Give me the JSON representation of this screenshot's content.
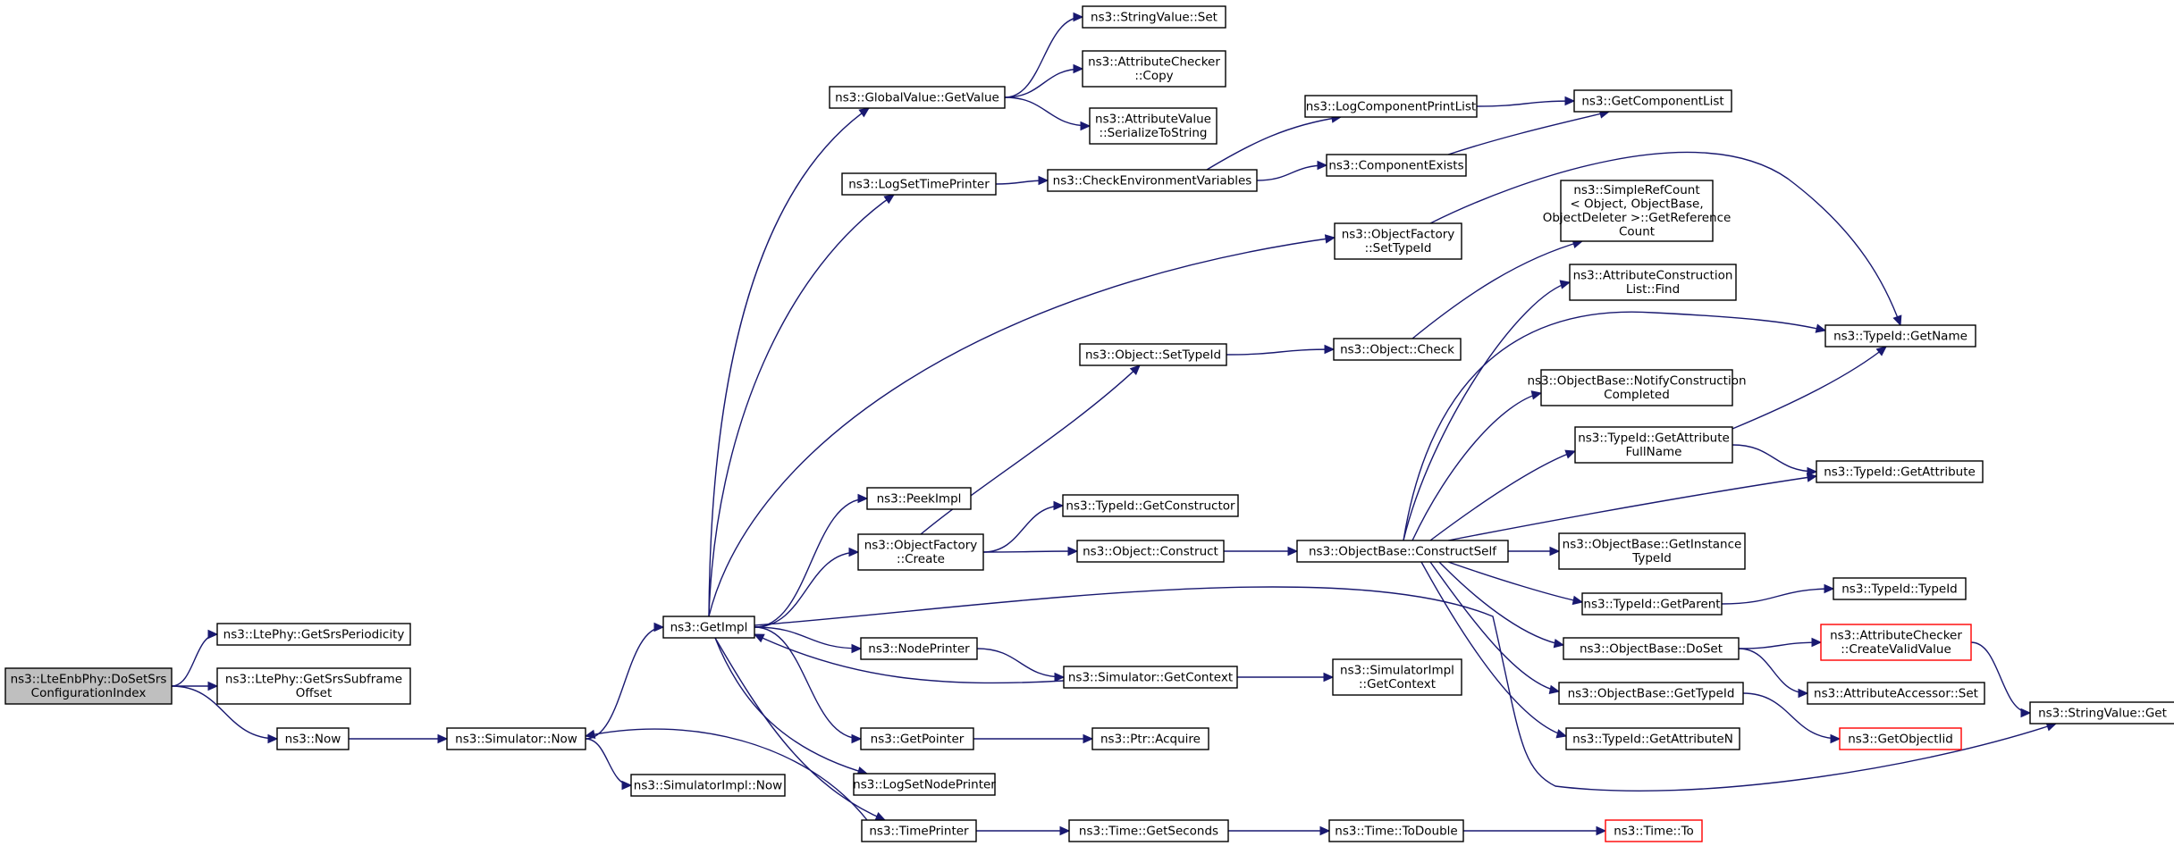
{
  "nodes": [
    {
      "id": "root",
      "lines": [
        "ns3::LteEnbPhy::DoSetSrs",
        "ConfigurationIndex"
      ],
      "style": "root"
    },
    {
      "id": "getSrsPeriodicity",
      "lines": [
        "ns3::LtePhy::GetSrsPeriodicity"
      ]
    },
    {
      "id": "getSrsSubframeOffset",
      "lines": [
        "ns3::LtePhy::GetSrsSubframe",
        "Offset"
      ]
    },
    {
      "id": "now",
      "lines": [
        "ns3::Now"
      ]
    },
    {
      "id": "simNow",
      "lines": [
        "ns3::Simulator::Now"
      ]
    },
    {
      "id": "simImplNow",
      "lines": [
        "ns3::SimulatorImpl::Now"
      ]
    },
    {
      "id": "getImpl",
      "lines": [
        "ns3::GetImpl"
      ]
    },
    {
      "id": "globalValueGetValue",
      "lines": [
        "ns3::GlobalValue::GetValue"
      ]
    },
    {
      "id": "stringValueSet",
      "lines": [
        "ns3::StringValue::Set"
      ]
    },
    {
      "id": "attrCheckerCopy",
      "lines": [
        "ns3::AttributeChecker",
        "::Copy"
      ]
    },
    {
      "id": "attrValueSerialize",
      "lines": [
        "ns3::AttributeValue",
        "::SerializeToString"
      ]
    },
    {
      "id": "logSetTimePrinter",
      "lines": [
        "ns3::LogSetTimePrinter"
      ]
    },
    {
      "id": "checkEnvVars",
      "lines": [
        "ns3::CheckEnvironmentVariables"
      ]
    },
    {
      "id": "logComponentPrintList",
      "lines": [
        "ns3::LogComponentPrintList"
      ]
    },
    {
      "id": "getComponentList",
      "lines": [
        "ns3::GetComponentList"
      ]
    },
    {
      "id": "componentExists",
      "lines": [
        "ns3::ComponentExists"
      ]
    },
    {
      "id": "objFactorySetTypeId",
      "lines": [
        "ns3::ObjectFactory",
        "::SetTypeId"
      ]
    },
    {
      "id": "simpleRefCount",
      "lines": [
        "ns3::SimpleRefCount",
        "< Object, ObjectBase,",
        " ObjectDeleter >::GetReference",
        "Count"
      ]
    },
    {
      "id": "attrConstructionFind",
      "lines": [
        "ns3::AttributeConstruction",
        "List::Find"
      ]
    },
    {
      "id": "objectSetTypeId",
      "lines": [
        "ns3::Object::SetTypeId"
      ]
    },
    {
      "id": "objectCheck",
      "lines": [
        "ns3::Object::Check"
      ]
    },
    {
      "id": "typeIdGetName",
      "lines": [
        "ns3::TypeId::GetName"
      ]
    },
    {
      "id": "notifyConstruction",
      "lines": [
        "ns3::ObjectBase::NotifyConstruction",
        "Completed"
      ]
    },
    {
      "id": "typeIdGetAttrFullName",
      "lines": [
        "ns3::TypeId::GetAttribute",
        "FullName"
      ]
    },
    {
      "id": "typeIdGetAttribute",
      "lines": [
        "ns3::TypeId::GetAttribute"
      ]
    },
    {
      "id": "peekImpl",
      "lines": [
        "ns3::PeekImpl"
      ]
    },
    {
      "id": "objFactoryCreate",
      "lines": [
        "ns3::ObjectFactory",
        "::Create"
      ]
    },
    {
      "id": "typeIdGetConstructor",
      "lines": [
        "ns3::TypeId::GetConstructor"
      ]
    },
    {
      "id": "objectConstruct",
      "lines": [
        "ns3::Object::Construct"
      ]
    },
    {
      "id": "constructSelf",
      "lines": [
        "ns3::ObjectBase::ConstructSelf"
      ]
    },
    {
      "id": "getInstanceTypeId",
      "lines": [
        "ns3::ObjectBase::GetInstance",
        "TypeId"
      ]
    },
    {
      "id": "typeIdGetParent",
      "lines": [
        "ns3::TypeId::GetParent"
      ]
    },
    {
      "id": "typeIdTypeId",
      "lines": [
        "ns3::TypeId::TypeId"
      ]
    },
    {
      "id": "nodePrinter",
      "lines": [
        "ns3::NodePrinter"
      ]
    },
    {
      "id": "simGetContext",
      "lines": [
        "ns3::Simulator::GetContext"
      ]
    },
    {
      "id": "simImplGetContext",
      "lines": [
        "ns3::SimulatorImpl",
        "::GetContext"
      ]
    },
    {
      "id": "objectBaseDoSet",
      "lines": [
        "ns3::ObjectBase::DoSet"
      ]
    },
    {
      "id": "createValidValue",
      "lines": [
        "ns3::AttributeChecker",
        "::CreateValidValue"
      ],
      "style": "red"
    },
    {
      "id": "attrAccessorSet",
      "lines": [
        "ns3::AttributeAccessor::Set"
      ]
    },
    {
      "id": "stringValueGet",
      "lines": [
        "ns3::StringValue::Get"
      ]
    },
    {
      "id": "objectBaseGetTypeId",
      "lines": [
        "ns3::ObjectBase::GetTypeId"
      ]
    },
    {
      "id": "getObjectIid",
      "lines": [
        "ns3::GetObjectIid"
      ],
      "style": "red"
    },
    {
      "id": "getPointer",
      "lines": [
        "ns3::GetPointer"
      ]
    },
    {
      "id": "ptrAcquire",
      "lines": [
        "ns3::Ptr::Acquire"
      ]
    },
    {
      "id": "typeIdGetAttributeN",
      "lines": [
        "ns3::TypeId::GetAttributeN"
      ]
    },
    {
      "id": "logSetNodePrinter",
      "lines": [
        "ns3::LogSetNodePrinter"
      ]
    },
    {
      "id": "timePrinter",
      "lines": [
        "ns3::TimePrinter"
      ]
    },
    {
      "id": "timeGetSeconds",
      "lines": [
        "ns3::Time::GetSeconds"
      ]
    },
    {
      "id": "timeToDouble",
      "lines": [
        "ns3::Time::ToDouble"
      ]
    },
    {
      "id": "timeTo",
      "lines": [
        "ns3::Time::To"
      ],
      "style": "red"
    }
  ],
  "edges": [
    [
      "root",
      "getSrsPeriodicity"
    ],
    [
      "root",
      "getSrsSubframeOffset"
    ],
    [
      "root",
      "now"
    ],
    [
      "now",
      "simNow"
    ],
    [
      "simNow",
      "getImpl"
    ],
    [
      "simNow",
      "simImplNow"
    ],
    [
      "getImpl",
      "globalValueGetValue"
    ],
    [
      "getImpl",
      "logSetTimePrinter"
    ],
    [
      "getImpl",
      "objFactorySetTypeId"
    ],
    [
      "getImpl",
      "peekImpl"
    ],
    [
      "getImpl",
      "objFactoryCreate"
    ],
    [
      "getImpl",
      "nodePrinter"
    ],
    [
      "getImpl",
      "getPointer"
    ],
    [
      "getImpl",
      "logSetNodePrinter"
    ],
    [
      "getImpl",
      "timePrinter"
    ],
    [
      "getImpl",
      "stringValueGet"
    ],
    [
      "globalValueGetValue",
      "stringValueSet"
    ],
    [
      "globalValueGetValue",
      "attrCheckerCopy"
    ],
    [
      "globalValueGetValue",
      "attrValueSerialize"
    ],
    [
      "logSetTimePrinter",
      "checkEnvVars"
    ],
    [
      "checkEnvVars",
      "logComponentPrintList"
    ],
    [
      "checkEnvVars",
      "componentExists"
    ],
    [
      "logComponentPrintList",
      "getComponentList"
    ],
    [
      "componentExists",
      "getComponentList"
    ],
    [
      "objFactorySetTypeId",
      "typeIdGetName"
    ],
    [
      "objFactoryCreate",
      "objectSetTypeId"
    ],
    [
      "objFactoryCreate",
      "typeIdGetConstructor"
    ],
    [
      "objFactoryCreate",
      "objectConstruct"
    ],
    [
      "objectSetTypeId",
      "objectCheck"
    ],
    [
      "objectCheck",
      "simpleRefCount"
    ],
    [
      "objectConstruct",
      "constructSelf"
    ],
    [
      "constructSelf",
      "attrConstructionFind"
    ],
    [
      "constructSelf",
      "typeIdGetName"
    ],
    [
      "constructSelf",
      "notifyConstruction"
    ],
    [
      "constructSelf",
      "typeIdGetAttrFullName"
    ],
    [
      "constructSelf",
      "typeIdGetAttribute"
    ],
    [
      "constructSelf",
      "getInstanceTypeId"
    ],
    [
      "constructSelf",
      "typeIdGetParent"
    ],
    [
      "constructSelf",
      "objectBaseDoSet"
    ],
    [
      "constructSelf",
      "objectBaseGetTypeId"
    ],
    [
      "constructSelf",
      "typeIdGetAttributeN"
    ],
    [
      "typeIdGetAttrFullName",
      "typeIdGetName"
    ],
    [
      "typeIdGetAttrFullName",
      "typeIdGetAttribute"
    ],
    [
      "typeIdGetParent",
      "typeIdTypeId"
    ],
    [
      "nodePrinter",
      "simGetContext"
    ],
    [
      "simGetContext",
      "getImpl"
    ],
    [
      "simGetContext",
      "simImplGetContext"
    ],
    [
      "objectBaseDoSet",
      "createValidValue"
    ],
    [
      "objectBaseDoSet",
      "attrAccessorSet"
    ],
    [
      "createValidValue",
      "stringValueGet"
    ],
    [
      "objectBaseGetTypeId",
      "getObjectIid"
    ],
    [
      "getPointer",
      "ptrAcquire"
    ],
    [
      "timePrinter",
      "simNow"
    ],
    [
      "timePrinter",
      "timeGetSeconds"
    ],
    [
      "timeGetSeconds",
      "timeToDouble"
    ],
    [
      "timeToDouble",
      "timeTo"
    ]
  ]
}
